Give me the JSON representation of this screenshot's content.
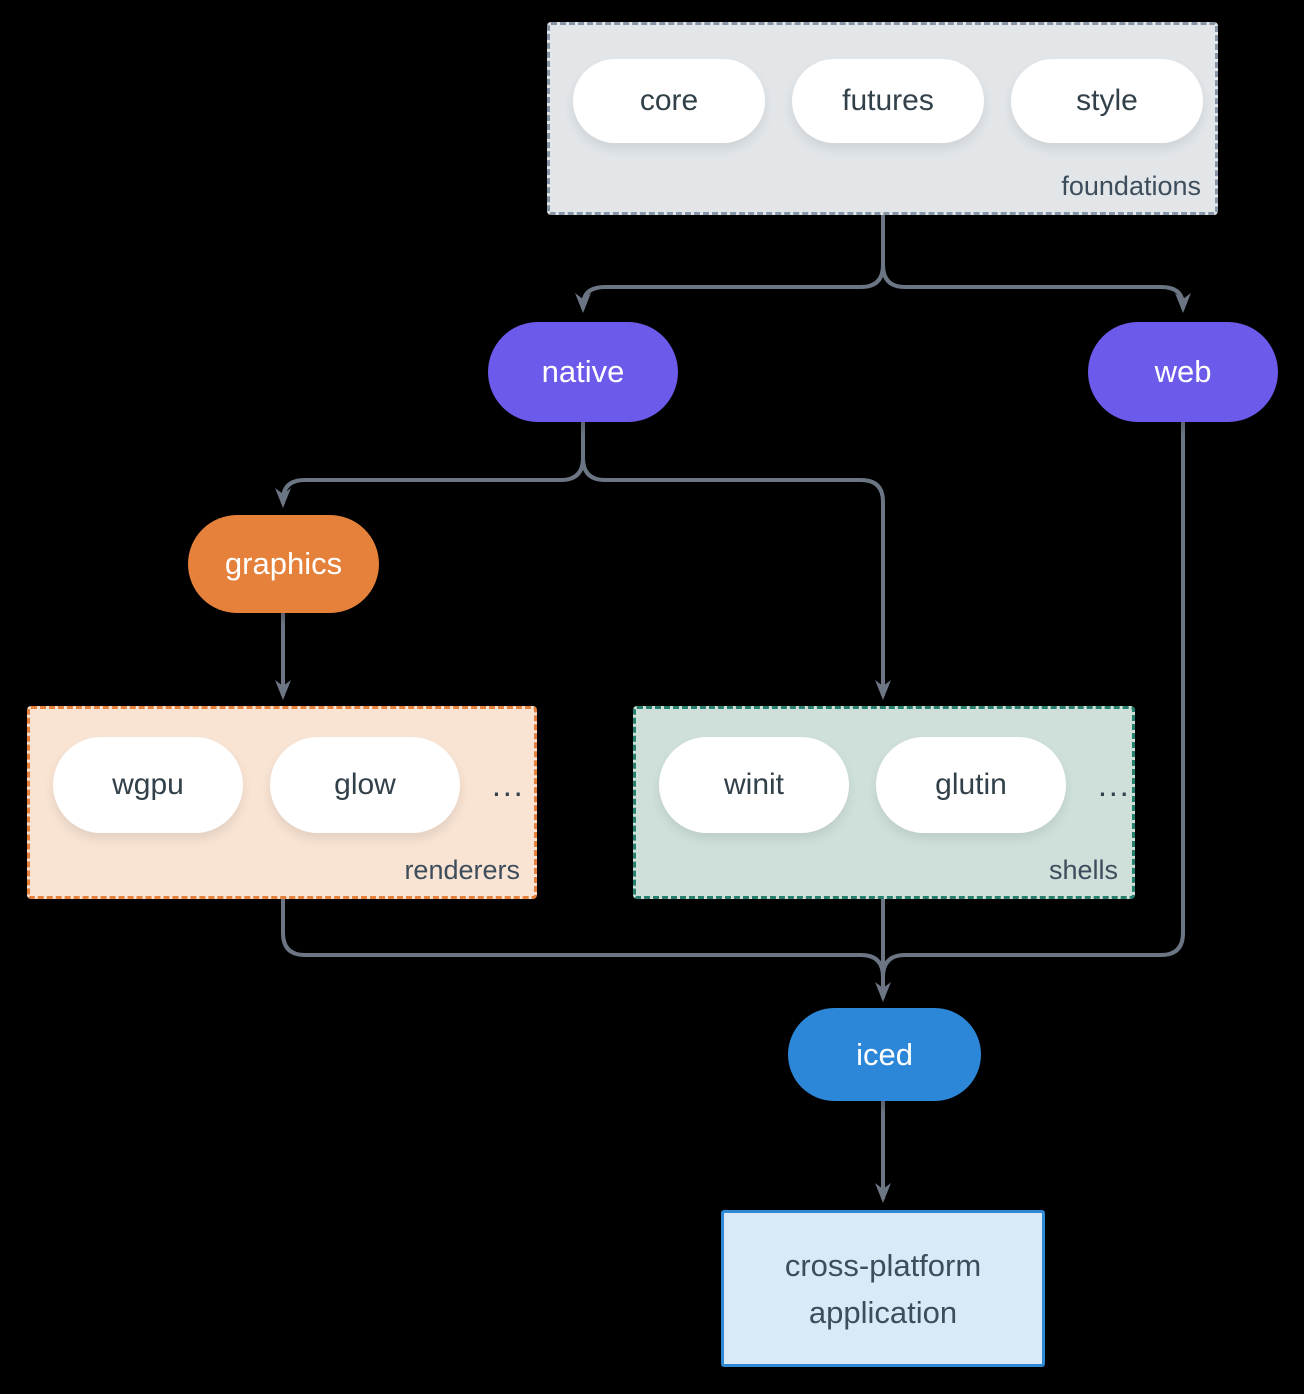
{
  "colors": {
    "background": "#000000",
    "arrow": "#6b7584",
    "pill_bg": "#ffffff",
    "pill_text": "#324049",
    "label_text": "#3d4d5c",
    "node_text": "#ffffff",
    "purple": "#6c5bea",
    "orange": "#e5813b",
    "blue": "#2d87d8",
    "foundations_bg": "#e2e6e9",
    "foundations_border": "#8796a6",
    "renderers_bg": "#f9e3d2",
    "renderers_border": "#e5813b",
    "shells_bg": "#cfe0da",
    "shells_border": "#27806f",
    "app_bg": "#d9e9f8",
    "app_border": "#2f88d4"
  },
  "groups": {
    "foundations": {
      "label": "foundations",
      "pills": [
        "core",
        "futures",
        "style"
      ]
    },
    "renderers": {
      "label": "renderers",
      "pills": [
        "wgpu",
        "glow"
      ],
      "more": "..."
    },
    "shells": {
      "label": "shells",
      "pills": [
        "winit",
        "glutin"
      ],
      "more": "..."
    }
  },
  "nodes": {
    "native": "native",
    "web": "web",
    "graphics": "graphics",
    "iced": "iced",
    "app_line1": "cross-platform",
    "app_line2": "application"
  }
}
